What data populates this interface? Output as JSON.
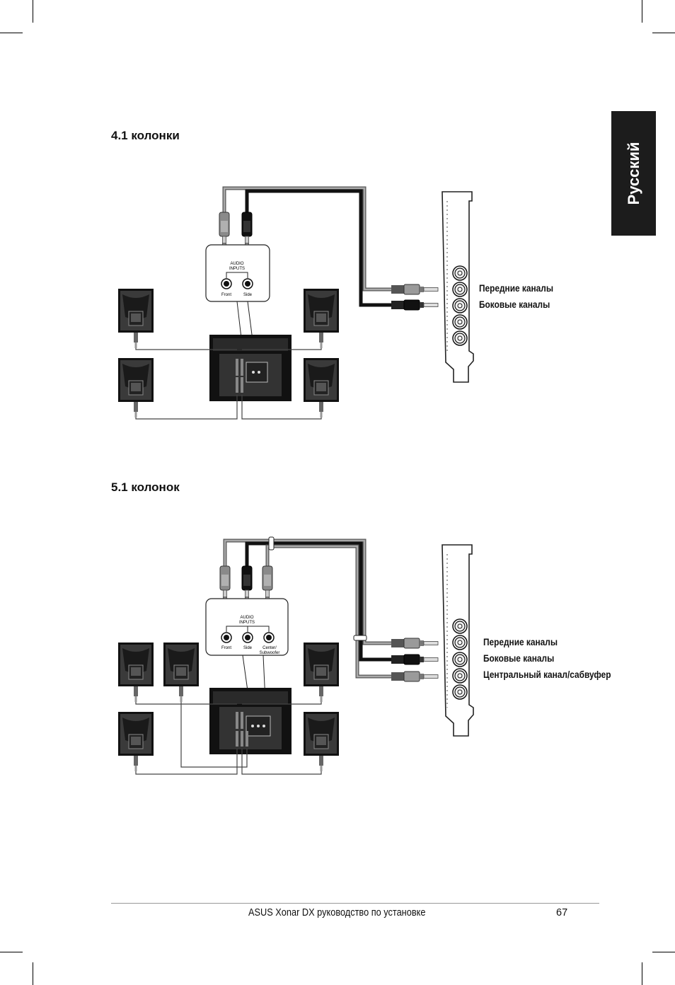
{
  "side_tab": {
    "label": "Русский"
  },
  "section1": {
    "title": "4.1 колонки",
    "port_labels": [
      "Передние каналы",
      "Боковые каналы"
    ],
    "panel": {
      "title_line1": "AUDIO",
      "title_line2": "INPUTS",
      "jack_labels": [
        "Front",
        "Side"
      ]
    }
  },
  "section2": {
    "title": "5.1 колонок",
    "port_labels": [
      "Передние каналы",
      "Боковые каналы",
      "Центральный канал/сабвуфер"
    ],
    "panel": {
      "title_line1": "AUDIO",
      "title_line2": "INPUTS",
      "jack_labels": [
        "Front",
        "Side",
        "Center/",
        "Subwoofer"
      ]
    }
  },
  "footer": {
    "title": "ASUS Xonar DX руководство по установке",
    "page_number": "67"
  }
}
